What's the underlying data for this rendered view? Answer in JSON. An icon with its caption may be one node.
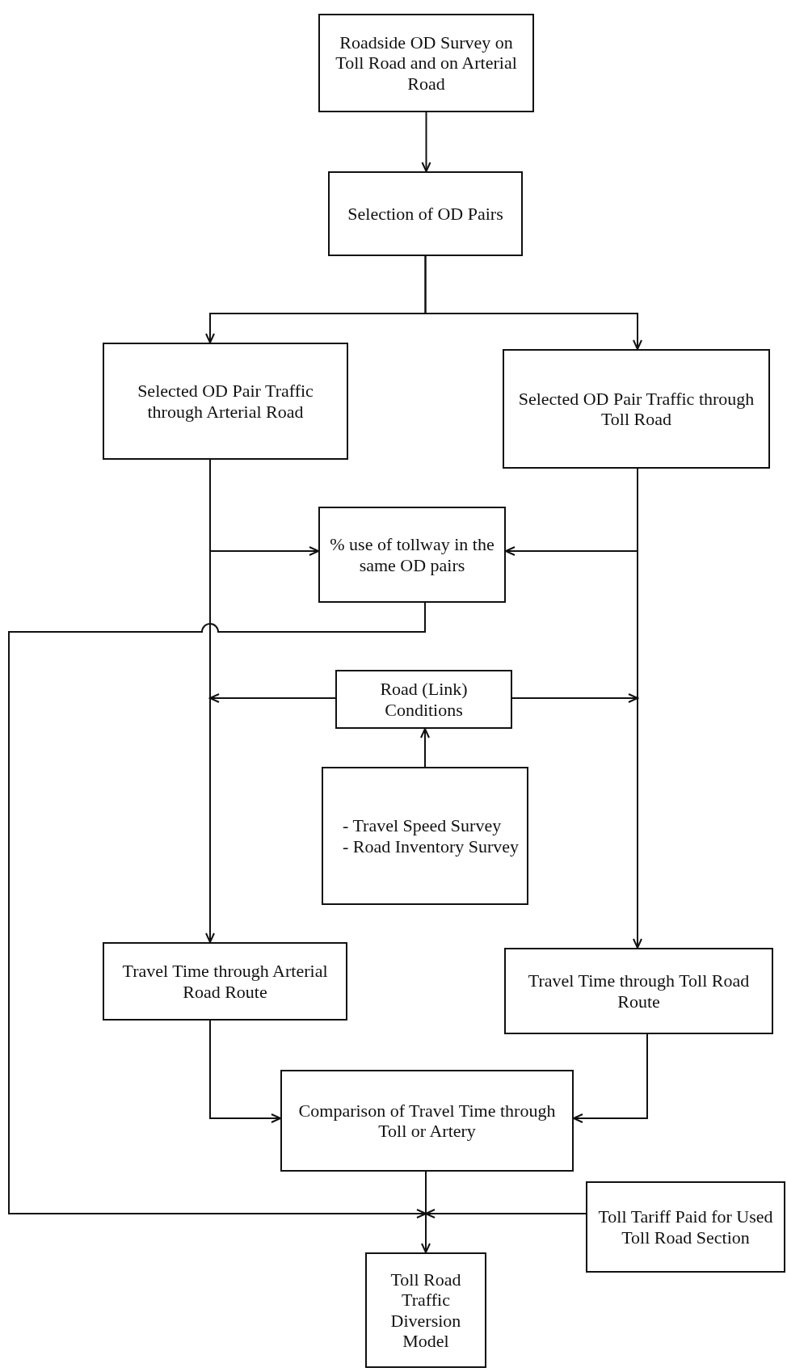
{
  "diagram": {
    "nodes": [
      {
        "text": [
          "Roadside OD Survey on Toll Road and on Arterial Road"
        ]
      },
      {
        "text": [
          "Selection of OD Pairs"
        ]
      },
      {
        "text": [
          "Selected OD Pair Traffic through Arterial Road"
        ]
      },
      {
        "text": [
          "Selected OD Pair Traffic through Toll Road"
        ]
      },
      {
        "text": [
          "% use of tollway in the same OD pairs"
        ]
      },
      {
        "text": [
          "Road (Link) Conditions"
        ]
      },
      {
        "text": [
          "- Travel Speed Survey",
          "- Road Inventory Survey"
        ]
      },
      {
        "text": [
          "Travel Time through Arterial Road Route"
        ]
      },
      {
        "text": [
          "Travel Time through Toll Road Route"
        ]
      },
      {
        "text": [
          "Comparison of Travel Time through Toll or Artery"
        ]
      },
      {
        "text": [
          "Toll Tariff Paid for Used Toll Road Section"
        ]
      },
      {
        "text": [
          "Toll Road Traffic Diversion Model"
        ]
      }
    ],
    "edges": [
      {
        "from": 0,
        "to": 1,
        "arrow": "to"
      },
      {
        "from": 1,
        "to": 2,
        "arrow": "to"
      },
      {
        "from": 1,
        "to": 3,
        "arrow": "to"
      },
      {
        "from": 2,
        "to": 4,
        "arrow": "to"
      },
      {
        "from": 3,
        "to": 4,
        "arrow": "to"
      },
      {
        "from": 2,
        "to": 7,
        "arrow": "to"
      },
      {
        "from": 3,
        "to": 8,
        "arrow": "to"
      },
      {
        "from": 4,
        "to": 11,
        "arrow": "to"
      },
      {
        "from": 5,
        "to": null,
        "arrow": "to"
      },
      {
        "from": 5,
        "to": null,
        "arrow": "to"
      },
      {
        "from": 6,
        "to": 5,
        "arrow": "to"
      },
      {
        "from": 7,
        "to": 9,
        "arrow": "to"
      },
      {
        "from": 8,
        "to": 9,
        "arrow": "to"
      },
      {
        "from": 9,
        "to": 11,
        "arrow": "to"
      },
      {
        "from": 10,
        "to": 11,
        "arrow": "to"
      }
    ]
  }
}
